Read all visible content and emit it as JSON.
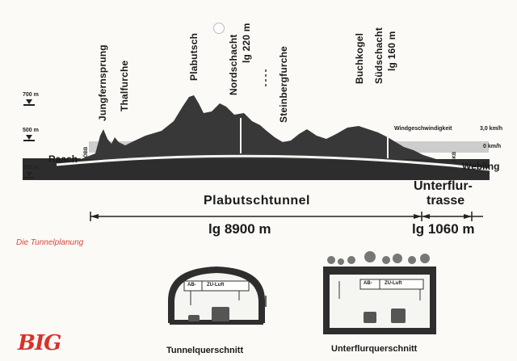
{
  "peaks": {
    "jungfernsprung": "Jungfernsprung",
    "thalfurche": "Thalfurche",
    "plabutsch": "Plabutsch",
    "nordschacht": "Nordschacht",
    "nordschacht_len": "lg 220 m",
    "steinbergfurche": "Steinbergfurche",
    "buchkogel": "Buchkogel",
    "suedschacht": "Südschacht",
    "suedschacht_len": "lg 160 m"
  },
  "elevations": {
    "e700": "700 m",
    "e500": "500 m",
    "e300": "300 m"
  },
  "wind": {
    "label": "Windgeschwindigkeit",
    "v1": "3,0 km/h",
    "v2": "0 km/h"
  },
  "places": {
    "left": "Raach",
    "right": "Webling",
    "left_side": "ÖBB",
    "right_side": "GKB"
  },
  "sections": {
    "tunnel_name": "Plabutschtunnel",
    "tunnel_len": "lg 8900 m",
    "under_name_1": "Unterflur-",
    "under_name_2": "trasse",
    "under_len": "lg 1060 m"
  },
  "caption": "Die Tunnelplanung",
  "logo": "BIG",
  "cross_sections": {
    "tunnel_label": "Tunnelquerschnitt",
    "under_label": "Unterflurquerschnitt",
    "ab": "AB-",
    "zu": "ZU-Luft"
  },
  "colors": {
    "terrain": "#3a3a3a",
    "band": "#cfcfcf",
    "caption": "#d9463b",
    "logo": "#d9322b",
    "ink": "#1a1a1a"
  }
}
